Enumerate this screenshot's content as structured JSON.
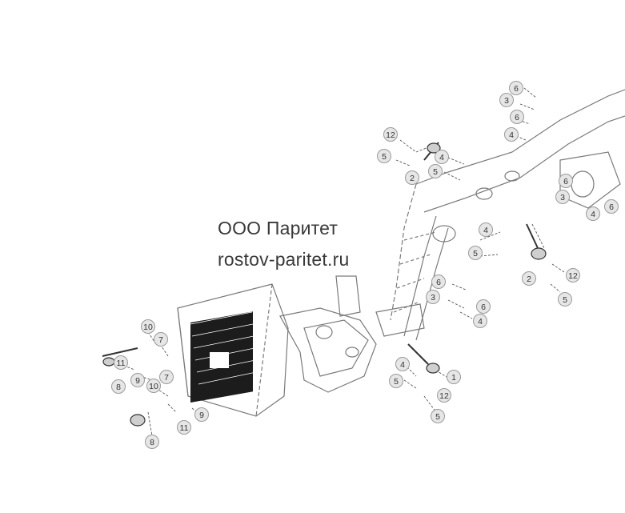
{
  "watermark": {
    "company": "ООО Паритет",
    "site": "rostov-paritet.ru"
  },
  "callouts": [
    "6",
    "3",
    "6",
    "4",
    "12",
    "5",
    "2",
    "4",
    "5",
    "6",
    "3",
    "6",
    "4",
    "4",
    "5",
    "2",
    "12",
    "5",
    "6",
    "3",
    "6",
    "4",
    "4",
    "5",
    "1",
    "12",
    "5",
    "10",
    "7",
    "11",
    "9",
    "7",
    "8",
    "10",
    "9",
    "11",
    "8"
  ],
  "colors": {
    "line": "#7a7a7a",
    "callout_fill": "#e6e6e6",
    "callout_text": "#333333",
    "watermark": "#3a3a3a"
  }
}
